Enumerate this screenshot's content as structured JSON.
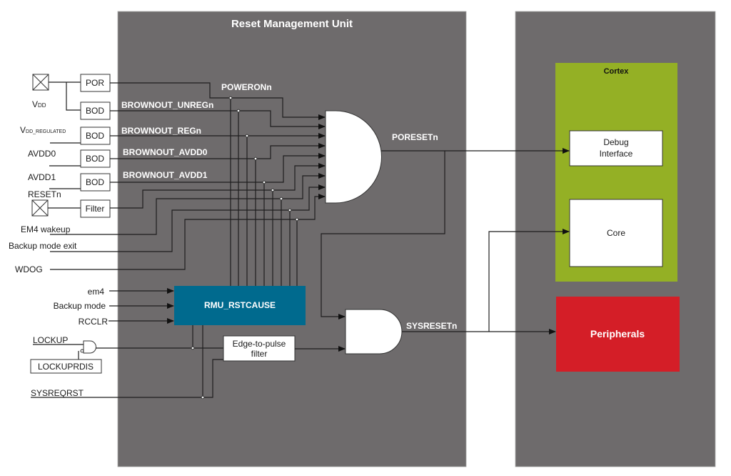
{
  "title": "Reset Management Unit",
  "colors": {
    "panel": "#6e6b6c",
    "rstcause": "#006a8e",
    "cortex": "#94b025",
    "peripherals": "#d41e27",
    "wire": "#1e1e1e"
  },
  "pins": {
    "vdd": "V",
    "vdd_sub": "DD",
    "vdd_regulated": "V",
    "vdd_regulated_sub": "DD_REGULATED",
    "avdd0": "AVDD0",
    "avdd1": "AVDD1",
    "resetn": "RESETn"
  },
  "blocks": {
    "por": "POR",
    "bod": "BOD",
    "filter": "Filter",
    "rmu_rstcause": "RMU_RSTCAUSE",
    "edge_filter_1": "Edge-to-pulse",
    "edge_filter_2": "filter",
    "lockuprdis": "LOCKUPRDIS",
    "cortex": "Cortex",
    "debug_1": "Debug",
    "debug_2": "Interface",
    "core": "Core",
    "peripherals": "Peripherals"
  },
  "signals": {
    "poweronn": "POWERONn",
    "brownout_unregn": "BROWNOUT_UNREGn",
    "brownout_regn": "BROWNOUT_REGn",
    "brownout_avdd0": "BROWNOUT_AVDD0",
    "brownout_avdd1": "BROWNOUT_AVDD1",
    "poresetn": "PORESETn",
    "sysresetn": "SYSRESETn"
  },
  "inputs": {
    "em4_wakeup": "EM4 wakeup",
    "backup_mode_exit": "Backup mode exit",
    "wdog": "WDOG",
    "em4": "em4",
    "backup_mode": "Backup mode",
    "rcclr": "RCCLR",
    "lockup": "LOCKUP",
    "sysreqrst": "SYSREQRST"
  }
}
